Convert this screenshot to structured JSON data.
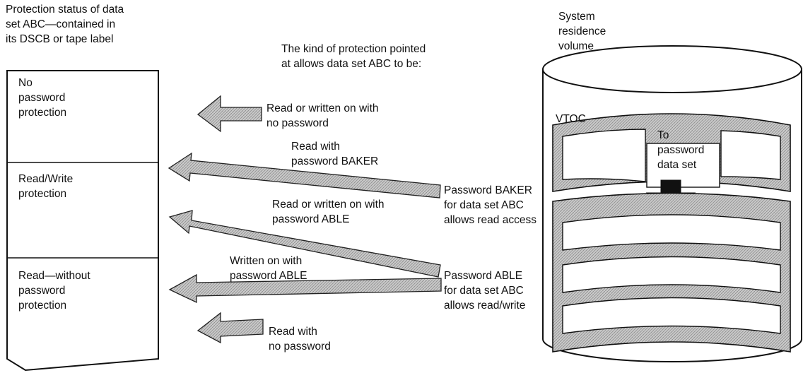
{
  "heading_left": "Protection status of data\nset ABC—contained in\nits DSCB or tape label",
  "heading_center": "The kind of protection pointed\nat allows data set ABC to be:",
  "heading_right": "System\nresidence\nvolume",
  "status_box": {
    "no_password": "No\npassword\nprotection",
    "read_write": "Read/Write\nprotection",
    "read_without": "Read—without\npassword\nprotection"
  },
  "arrows": {
    "a1": "Read or written on with\nno password",
    "a2": "Read with\npassword BAKER",
    "a3": "Read or written on with\npassword ABLE",
    "a4": "Written on with\npassword ABLE",
    "a5": "Read with\nno password"
  },
  "passwords": {
    "baker": "Password BAKER\nfor data set ABC\nallows read access",
    "able": "Password ABLE\nfor data set ABC\nallows read/write"
  },
  "volume": {
    "vtoc": "VTOC",
    "pointer": "To\npassword\ndata set"
  }
}
